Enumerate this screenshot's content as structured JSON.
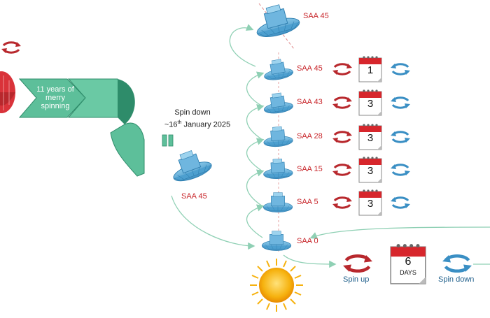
{
  "banner": {
    "years_text": "11 years of merry spinning",
    "spin_down_title": "Spin down",
    "spin_down_date_prefix": "~16",
    "spin_down_date_sup": "th",
    "spin_down_date_suffix": " January 2025"
  },
  "spacecraft_main": {
    "label": "SAA 45"
  },
  "top_spacecraft": {
    "label": "SAA 45"
  },
  "steps": [
    {
      "label": "SAA 45",
      "days": "1"
    },
    {
      "label": "SAA 43",
      "days": "3"
    },
    {
      "label": "SAA 28",
      "days": "3"
    },
    {
      "label": "SAA 15",
      "days": "3"
    },
    {
      "label": "SAA 5",
      "days": "3"
    }
  ],
  "bottom": {
    "label": "SAA 0",
    "spin_up_label": "Spin up",
    "days_number": "6",
    "days_unit": "DAYS",
    "spin_down_label": "Spin down"
  },
  "colors": {
    "banner_green": "#5dbf9a",
    "banner_dark": "#2e8c6a",
    "spacecraft_blue": "#5aa9d6",
    "label_red": "#c8262b",
    "spin_red": "#b8282d",
    "spin_blue": "#3a8fc4",
    "calendar_red": "#d7262c",
    "arrow_green": "#8fd0b4",
    "sun_yellow": "#f6b20f"
  }
}
